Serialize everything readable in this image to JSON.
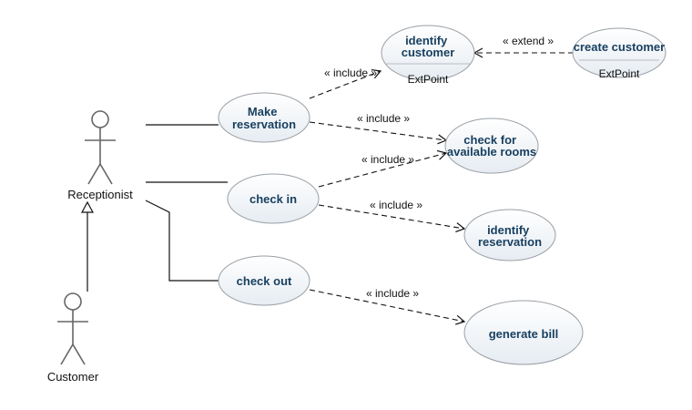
{
  "colors": {
    "ellipse_fill_top": "#ffffff",
    "ellipse_fill_bottom": "#e9eef3",
    "ellipse_stroke": "#9aa0a6",
    "use_case_text": "#173f5f",
    "line": "#111111",
    "actor_stroke": "#666666"
  },
  "actors": {
    "receptionist": "Receptionist",
    "customer": "Customer"
  },
  "use_cases": {
    "make_reservation": [
      "Make",
      "reservation"
    ],
    "check_in": [
      "check in"
    ],
    "check_out": [
      "check out"
    ],
    "identify_customer": [
      "identify",
      "customer"
    ],
    "identify_customer_ext": "ExtPoint",
    "create_customer": [
      "create customer"
    ],
    "create_customer_ext": "ExtPoint",
    "check_rooms": [
      "check for",
      "available rooms"
    ],
    "identify_reservation": [
      "identify",
      "reservation"
    ],
    "generate_bill": [
      "generate bill"
    ]
  },
  "relations": {
    "include": "« include »",
    "extend": "« extend »"
  }
}
